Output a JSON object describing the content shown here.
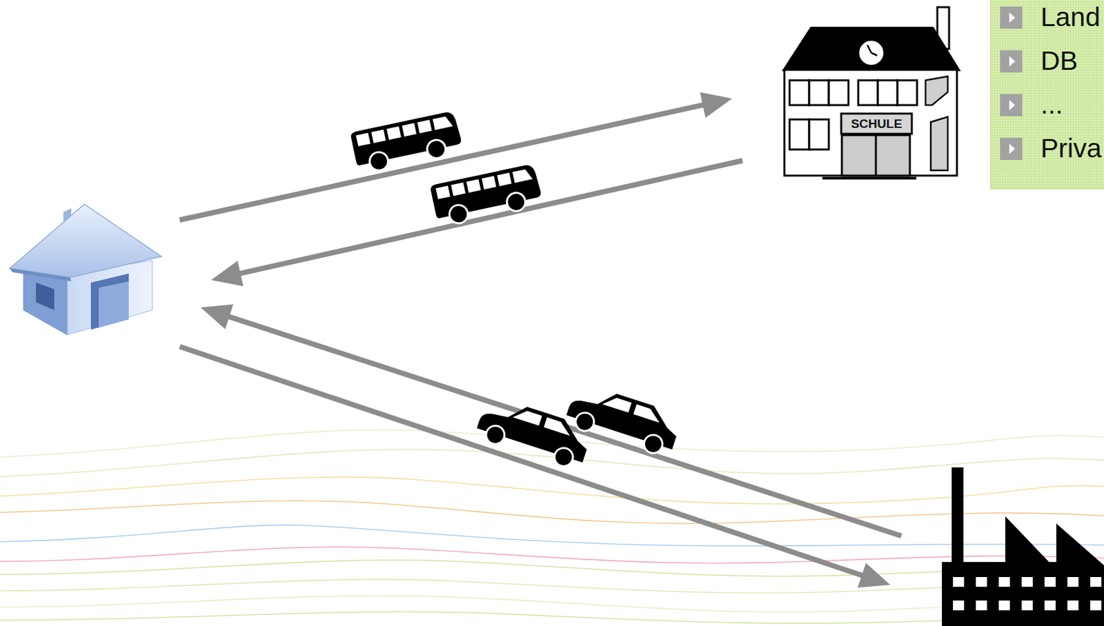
{
  "diagram": {
    "nodes": [
      {
        "text": [
          "SCHULE"
        ]
      },
      {
        "text": [
          "Land",
          "DB",
          "...",
          "Priva"
        ]
      },
      {
        "text": []
      },
      {
        "text": []
      }
    ],
    "edges": [
      {
        "from": 2,
        "to": 0,
        "arrow": "to"
      },
      {
        "from": 0,
        "to": 2,
        "arrow": "to"
      },
      {
        "from": 3,
        "to": 2,
        "arrow": "to"
      },
      {
        "from": 2,
        "to": 3,
        "arrow": "to"
      }
    ]
  }
}
